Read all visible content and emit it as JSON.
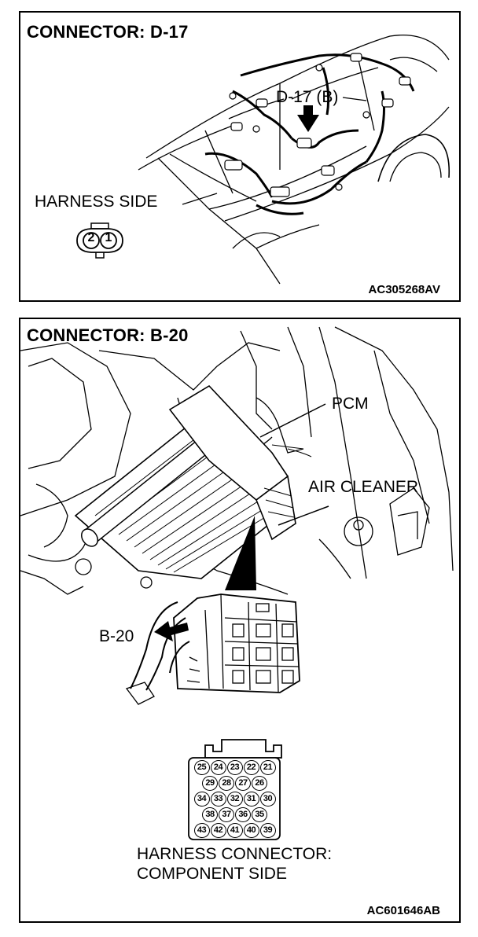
{
  "panel1": {
    "title": "CONNECTOR: D-17",
    "callout": "D-17 (B)",
    "harness_label": "HARNESS SIDE",
    "pins": [
      "2",
      "1"
    ],
    "figure_code": "AC305268AV"
  },
  "panel2": {
    "title": "CONNECTOR: B-20",
    "pcm_label": "PCM",
    "air_cleaner_label": "AIR CLEANER",
    "connector_label": "B-20",
    "pin_rows": [
      [
        "25",
        "24",
        "23",
        "22",
        "21"
      ],
      [
        "29",
        "28",
        "27",
        "26"
      ],
      [
        "34",
        "33",
        "32",
        "31",
        "30"
      ],
      [
        "38",
        "37",
        "36",
        "35"
      ],
      [
        "43",
        "42",
        "41",
        "40",
        "39"
      ]
    ],
    "caption_line1": "HARNESS CONNECTOR:",
    "caption_line2": "COMPONENT SIDE",
    "figure_code": "AC601646AB"
  }
}
